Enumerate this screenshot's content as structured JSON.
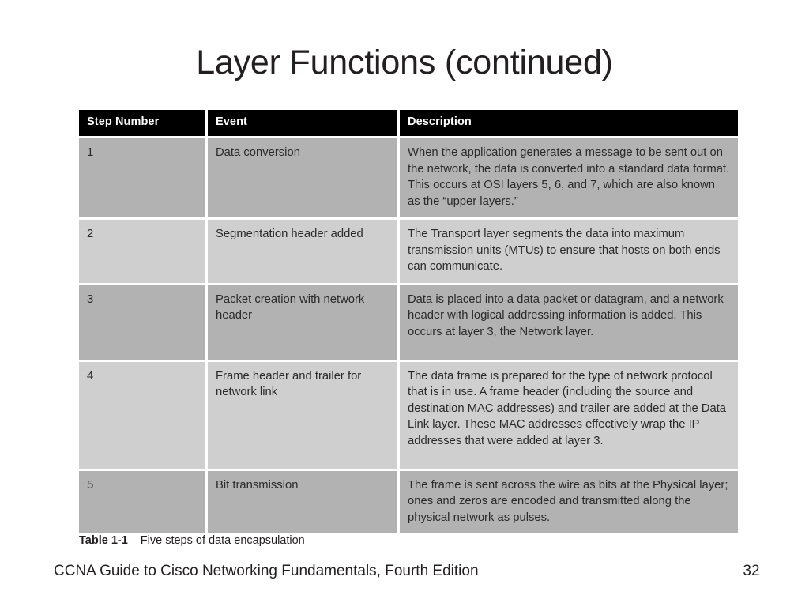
{
  "slide": {
    "title": "Layer Functions (continued)"
  },
  "table": {
    "columns": [
      "Step Number",
      "Event",
      "Description"
    ],
    "rows": [
      {
        "step": "1",
        "event": "Data conversion",
        "description": "When the application generates a message to be sent out on the network, the data is converted into a standard data format. This occurs at OSI layers 5, 6, and 7, which are also known as the “upper layers.”"
      },
      {
        "step": "2",
        "event": "Segmentation header added",
        "description": "The Transport layer segments the data into maximum transmission units (MTUs) to ensure that hosts on both ends can communicate."
      },
      {
        "step": "3",
        "event": "Packet creation with network header",
        "description": "Data is placed into a data packet or datagram, and a network header with logical addressing information is added. This occurs at layer 3, the Network layer."
      },
      {
        "step": "4",
        "event": "Frame header and trailer for network link",
        "description": "The data frame is prepared for the type of network protocol that is in use. A frame header (including the source and destination MAC addresses) and trailer are added at the Data Link layer. These MAC addresses effectively wrap the IP addresses that were added at layer 3."
      },
      {
        "step": "5",
        "event": "Bit transmission",
        "description": "The frame is sent across the wire as bits at the Physical layer; ones and zeros are encoded and transmitted along the physical network as pulses."
      }
    ]
  },
  "caption": {
    "label": "Table 1-1",
    "text": "Five steps of data encapsulation"
  },
  "footer": {
    "book_title": "CCNA Guide to Cisco Networking Fundamentals, Fourth Edition",
    "page_number": "32"
  },
  "colors": {
    "header_background": "#000000",
    "header_text": "#ffffff",
    "row_dark": "#b2b2b2",
    "row_light": "#cfcfcf",
    "body_text": "#2a2a2a",
    "slide_background": "#ffffff",
    "title_text": "#231f20"
  }
}
